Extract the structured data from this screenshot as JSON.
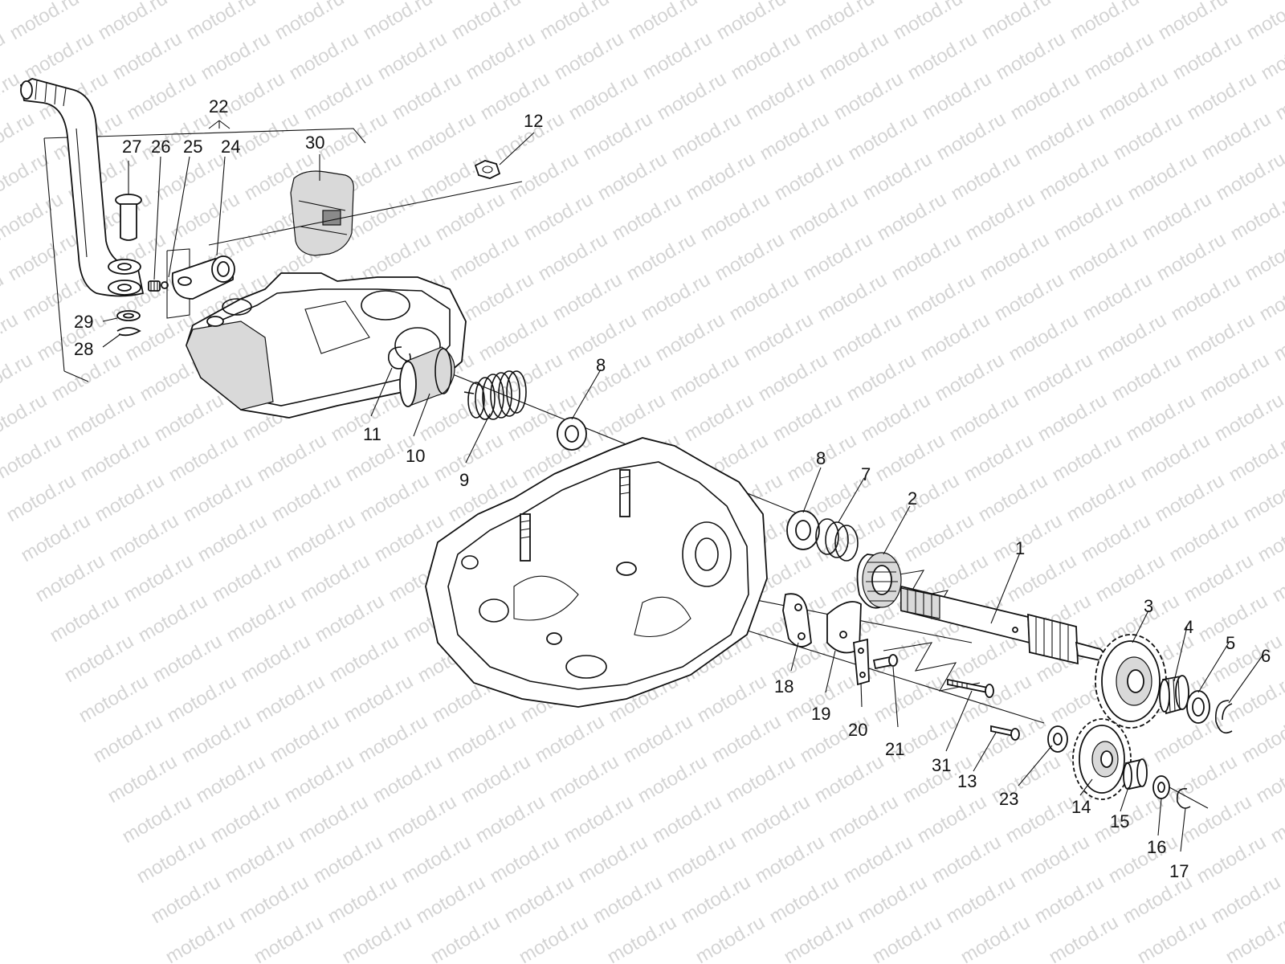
{
  "watermark": "motod.ru",
  "colors": {
    "ink": "#111111",
    "watermark": "#d4d4d4",
    "background": "#ffffff"
  },
  "labels": {
    "l1": "1",
    "l2": "2",
    "l3": "3",
    "l4": "4",
    "l5": "5",
    "l6": "6",
    "l7": "7",
    "l8a": "8",
    "l8b": "8",
    "l9": "9",
    "l10": "10",
    "l11": "11",
    "l12": "12",
    "l13": "13",
    "l14": "14",
    "l15": "15",
    "l16": "16",
    "l17": "17",
    "l18": "18",
    "l19": "19",
    "l20": "20",
    "l21": "21",
    "l22": "22",
    "l23": "23",
    "l24": "24",
    "l25": "25",
    "l26": "26",
    "l27": "27",
    "l28": "28",
    "l29": "29",
    "l30": "30",
    "l31": "31"
  }
}
